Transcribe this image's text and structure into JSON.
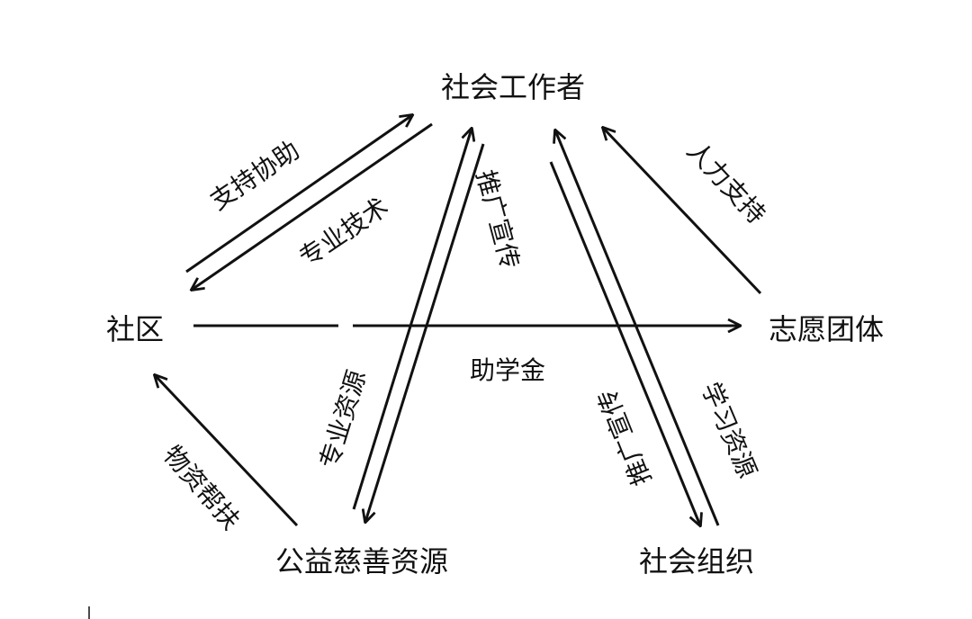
{
  "diagram": {
    "nodes": {
      "social_worker": "社会工作者",
      "community": "社区",
      "volunteer_group": "志愿团体",
      "charity_resources": "公益慈善资源",
      "social_org": "社会组织"
    },
    "edge_labels": {
      "support_assist": "支持协助",
      "professional_tech": "专业技术",
      "promotion_a": "推广宣传",
      "manpower": "人力支持",
      "scholarship": "助学金",
      "professional_resources": "专业资源",
      "promotion_b": "推广宣传",
      "learning_resources": "学习资源",
      "material_aid": "物资帮扶"
    },
    "line_color": "#111111"
  }
}
